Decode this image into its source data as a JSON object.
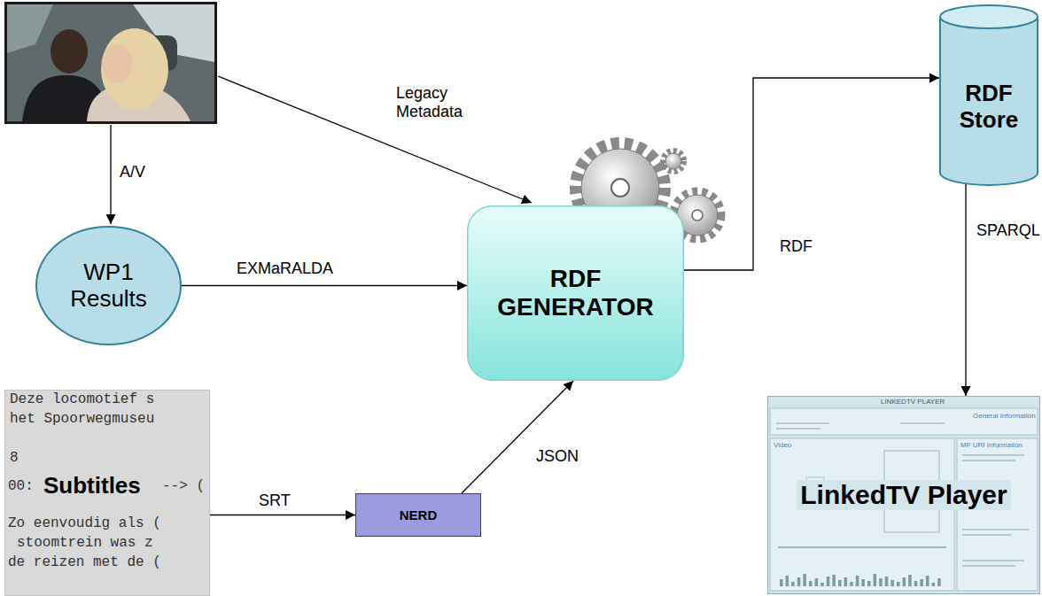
{
  "diagram": {
    "nodes": [
      {
        "text": [
          "WP1 Results"
        ]
      },
      {
        "text": [
          "RDF GENERATOR"
        ]
      },
      {
        "text": [
          "RDF Store"
        ]
      },
      {
        "text": [
          "Subtitles",
          "Deze locomotief s",
          "het Spoorwegmuseu",
          "8",
          "00:",
          "--> (",
          "Zo eenvoudig als (",
          "stoomtrein was z",
          "de reizen met de ("
        ]
      },
      {
        "text": [
          "NERD"
        ]
      },
      {
        "text": [
          "LinkedTV Player",
          "LINKEDTV PLAYER",
          "General Information",
          "Video",
          "MF URI Information"
        ]
      }
    ],
    "edges": [
      {
        "from": 0,
        "to": 1,
        "label": "EXMaRALDA",
        "arrow": "to"
      },
      {
        "from": 3,
        "to": 4,
        "label": "SRT",
        "arrow": "to"
      },
      {
        "from": 4,
        "to": 1,
        "label": "JSON",
        "arrow": "to"
      },
      {
        "from": 1,
        "to": 2,
        "label": "RDF",
        "arrow": "to"
      },
      {
        "from": 2,
        "to": 5,
        "label": "SPARQL",
        "arrow": "to"
      }
    ],
    "labels": [
      "Legacy Metadata",
      "A/V"
    ]
  }
}
